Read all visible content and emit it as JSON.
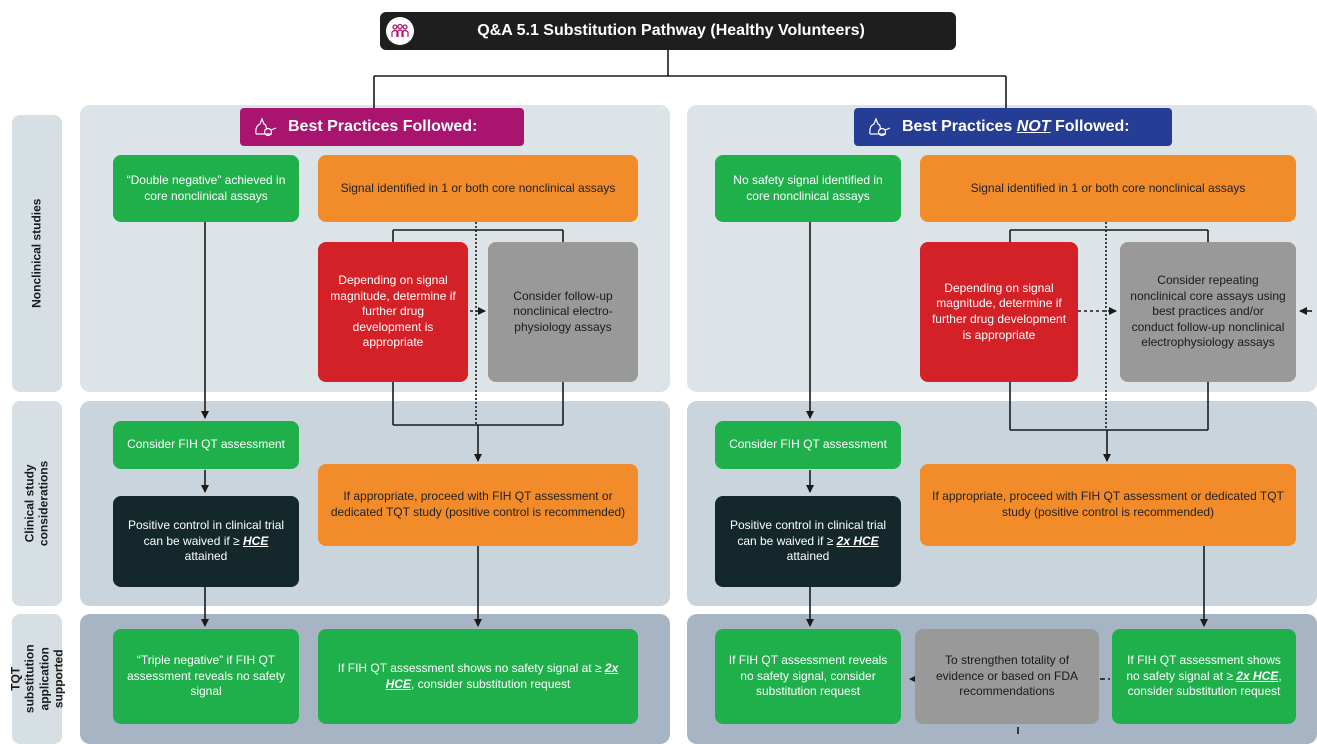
{
  "title": "Q&A 5.1 Substitution Pathway (Healthy Volunteers)",
  "title_icon": "people-group-icon",
  "rows": {
    "nonclinical": "Nonclinical studies",
    "clinical": "Clinical study considerations",
    "tqt": "TQT substitution application supported"
  },
  "left": {
    "header": "Best Practices Followed:",
    "header_color": "#a8146e",
    "double_negative": "“Double negative” achieved in core nonclinical assays",
    "signal": "Signal identified in 1 or both core nonclinical assays",
    "depending": "Depending on signal magnitude, determine if further drug development is appropriate",
    "followup": "Consider follow-up nonclinical electro-physiology assays",
    "consider_fih": "Consider FIH QT assessment",
    "positive_control_pre": "Positive control in clinical trial can be waived if ≥ ",
    "positive_control_em": "HCE",
    "positive_control_post": " attained",
    "proceed": "If appropriate, proceed with FIH QT assessment or dedicated TQT study (positive control is recommended)",
    "triple_negative": "“Triple negative” if FIH QT assessment reveals no safety signal",
    "fih_shows_pre": "If FIH QT assessment shows no safety signal at ≥ ",
    "fih_shows_em": "2x HCE",
    "fih_shows_post": ", consider substitution request"
  },
  "right": {
    "header_pre": "Best Practices ",
    "header_em": "NOT",
    "header_post": " Followed:",
    "header_color": "#263d96",
    "no_signal": "No safety signal identified in core nonclinical assays",
    "signal": "Signal identified in 1 or both core nonclinical assays",
    "depending": "Depending on signal magnitude, determine if further drug development is appropriate",
    "repeat": "Consider repeating nonclinical core assays using best practices and/or conduct follow-up nonclinical electrophysiology assays",
    "consider_fih": "Consider FIH QT assessment",
    "positive_control_pre": "Positive control in clinical trial can be waived if ≥ ",
    "positive_control_em": "2x HCE",
    "positive_control_post": " attained",
    "proceed": "If appropriate, proceed with FIH QT assessment or dedicated TQT study (positive control is recommended)",
    "reveals": "If FIH QT assessment reveals no safety signal, consider substitution request",
    "strengthen": "To strengthen totality of evidence or based on FDA recommendations",
    "shows_pre": "If FIH QT assessment shows no safety signal at ≥ ",
    "shows_em": "2x HCE",
    "shows_post": ", consider substitution request"
  },
  "colors": {
    "green": "#1fb04b",
    "orange": "#f28c2b",
    "red": "#d42027",
    "grey": "#999999",
    "dark": "#14282b"
  }
}
